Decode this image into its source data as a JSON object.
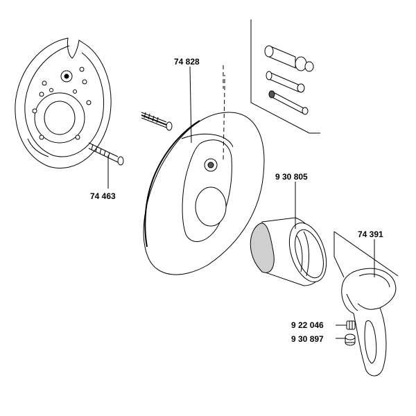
{
  "parts": {
    "mounting_plate": "",
    "screws": "74 463",
    "escutcheon": "74 828",
    "sleeve": "9 30 805",
    "lever_handle": "74 391",
    "button": "9 22 046",
    "cap": "9 30 897"
  }
}
